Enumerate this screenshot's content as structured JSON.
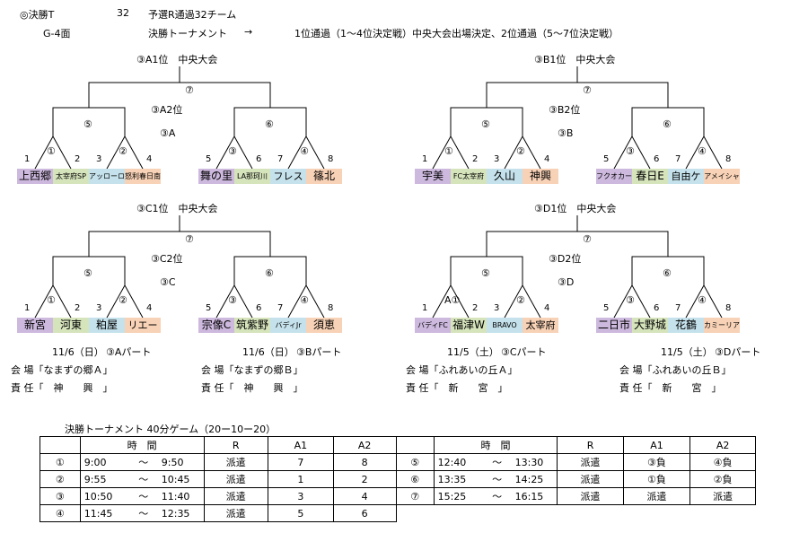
{
  "header": {
    "title": "◎決勝T",
    "count": "32",
    "qualifier": "予選R通過32チーム",
    "venue": "G-4面",
    "tournament": "決勝トーナメント",
    "arrow": "→",
    "note": "1位通過（1～4位決定戦）中央大会出場決定、2位通過（5～7位決定戦）"
  },
  "brackets": [
    {
      "id": "A",
      "top_label": "③A1位　中央大会",
      "final": "⑦",
      "second": "③A2位",
      "left_semi": "⑤",
      "right_semi": "⑥",
      "group": "③A",
      "q1": "①",
      "q2": "②",
      "q3": "③",
      "q4": "④",
      "teams": [
        {
          "seed": "1",
          "name": "上西郷",
          "color": "#cdb9de"
        },
        {
          "seed": "2",
          "name": "太宰府SP",
          "color": "#d6e4bc"
        },
        {
          "seed": "3",
          "name": "アッローロ",
          "color": "#c5e2ec"
        },
        {
          "seed": "4",
          "name": "怒利春日南",
          "color": "#f8d2b6"
        },
        {
          "seed": "5",
          "name": "舞の里",
          "color": "#cdb9de"
        },
        {
          "seed": "6",
          "name": "LA那珂川",
          "color": "#d6e4bc"
        },
        {
          "seed": "7",
          "name": "フレスト",
          "color": "#c5e2ec"
        },
        {
          "seed": "8",
          "name": "篠北",
          "color": "#f8d2b6"
        }
      ]
    },
    {
      "id": "B",
      "top_label": "③B1位　中央大会",
      "final": "⑦",
      "second": "③B2位",
      "left_semi": "⑤",
      "right_semi": "⑥",
      "group": "③B",
      "q1": "①",
      "q2": "②",
      "q3": "③",
      "q4": "④",
      "teams": [
        {
          "seed": "1",
          "name": "宇美",
          "color": "#cdb9de"
        },
        {
          "seed": "2",
          "name": "FC太宰府",
          "color": "#d6e4bc"
        },
        {
          "seed": "3",
          "name": "久山",
          "color": "#c5e2ec"
        },
        {
          "seed": "4",
          "name": "神興",
          "color": "#f8d2b6"
        },
        {
          "seed": "5",
          "name": "フクオカーナ",
          "color": "#cdb9de"
        },
        {
          "seed": "6",
          "name": "春日E",
          "color": "#d6e4bc"
        },
        {
          "seed": "7",
          "name": "自由ケ丘",
          "color": "#c5e2ec"
        },
        {
          "seed": "8",
          "name": "アメイシャ",
          "color": "#f8d2b6"
        }
      ]
    },
    {
      "id": "C",
      "top_label": "③C1位　中央大会",
      "final": "⑦",
      "second": "③C2位",
      "left_semi": "⑤",
      "right_semi": "⑥",
      "group": "③C",
      "q1": "①",
      "q2": "②",
      "q3": "③",
      "q4": "④",
      "teams": [
        {
          "seed": "1",
          "name": "新宮",
          "color": "#cdb9de"
        },
        {
          "seed": "2",
          "name": "河東",
          "color": "#d6e4bc"
        },
        {
          "seed": "3",
          "name": "粕屋",
          "color": "#c5e2ec"
        },
        {
          "seed": "4",
          "name": "リエート",
          "color": "#f8d2b6"
        },
        {
          "seed": "5",
          "name": "宗像C",
          "color": "#cdb9de"
        },
        {
          "seed": "6",
          "name": "筑紫野",
          "color": "#d6e4bc"
        },
        {
          "seed": "7",
          "name": "バディJr",
          "color": "#c5e2ec"
        },
        {
          "seed": "8",
          "name": "須恵",
          "color": "#f8d2b6"
        }
      ]
    },
    {
      "id": "D",
      "top_label": "③D1位　中央大会",
      "final": "⑦",
      "second": "③D2位",
      "left_semi": "⑤",
      "right_semi": "⑥",
      "group": "③D",
      "q1": "A①",
      "q2": "②",
      "q3": "③",
      "q4": "④",
      "teams": [
        {
          "seed": "1",
          "name": "バディFC",
          "color": "#cdb9de"
        },
        {
          "seed": "2",
          "name": "福津W",
          "color": "#d6e4bc"
        },
        {
          "seed": "3",
          "name": "BRAVO",
          "color": "#c5e2ec"
        },
        {
          "seed": "4",
          "name": "太宰府南",
          "color": "#f8d2b6"
        },
        {
          "seed": "5",
          "name": "二日市",
          "color": "#cdb9de"
        },
        {
          "seed": "6",
          "name": "大野城",
          "color": "#d6e4bc"
        },
        {
          "seed": "7",
          "name": "花鶴",
          "color": "#c5e2ec"
        },
        {
          "seed": "8",
          "name": "カミーリア",
          "color": "#f8d2b6"
        }
      ]
    }
  ],
  "venues": [
    {
      "date": "11/6（日）",
      "part": "③Aパート",
      "venue": "会 場「なまずの郷Ａ」",
      "resp": "責 任「　神　　興　」"
    },
    {
      "date": "11/6（日）",
      "part": "③Bパート",
      "venue": "会 場「なまずの郷Ｂ」",
      "resp": "責 任「　神　　興　」"
    },
    {
      "date": "11/5（土）",
      "part": "③Cパート",
      "venue": "会 場「ふれあいの丘Ａ」",
      "resp": "責 任「　新　　宮　」"
    },
    {
      "date": "11/5（土）",
      "part": "③Dパート",
      "venue": "会 場「ふれあいの丘Ｂ」",
      "resp": "責 任「　新　　宮　」"
    }
  ],
  "schedule": {
    "caption": "決勝トーナメント 40分ゲーム（20ー10ー20）",
    "headers": [
      "時　間",
      "R",
      "A1",
      "A2"
    ],
    "tilde": "～",
    "left_rows": [
      {
        "no": "①",
        "start": "9:00",
        "end": "9:50",
        "r": "派遣",
        "a1": "7",
        "a2": "8"
      },
      {
        "no": "②",
        "start": "9:55",
        "end": "10:45",
        "r": "派遣",
        "a1": "1",
        "a2": "2"
      },
      {
        "no": "③",
        "start": "10:50",
        "end": "11:40",
        "r": "派遣",
        "a1": "3",
        "a2": "4"
      },
      {
        "no": "④",
        "start": "11:45",
        "end": "12:35",
        "r": "派遣",
        "a1": "5",
        "a2": "6"
      }
    ],
    "right_rows": [
      {
        "no": "⑤",
        "start": "12:40",
        "end": "13:30",
        "r": "派遣",
        "a1": "③負",
        "a2": "④負"
      },
      {
        "no": "⑥",
        "start": "13:35",
        "end": "14:25",
        "r": "派遣",
        "a1": "①負",
        "a2": "②負"
      },
      {
        "no": "⑦",
        "start": "15:25",
        "end": "16:15",
        "r": "派遣",
        "a1": "派遣",
        "a2": "派遣"
      }
    ]
  }
}
